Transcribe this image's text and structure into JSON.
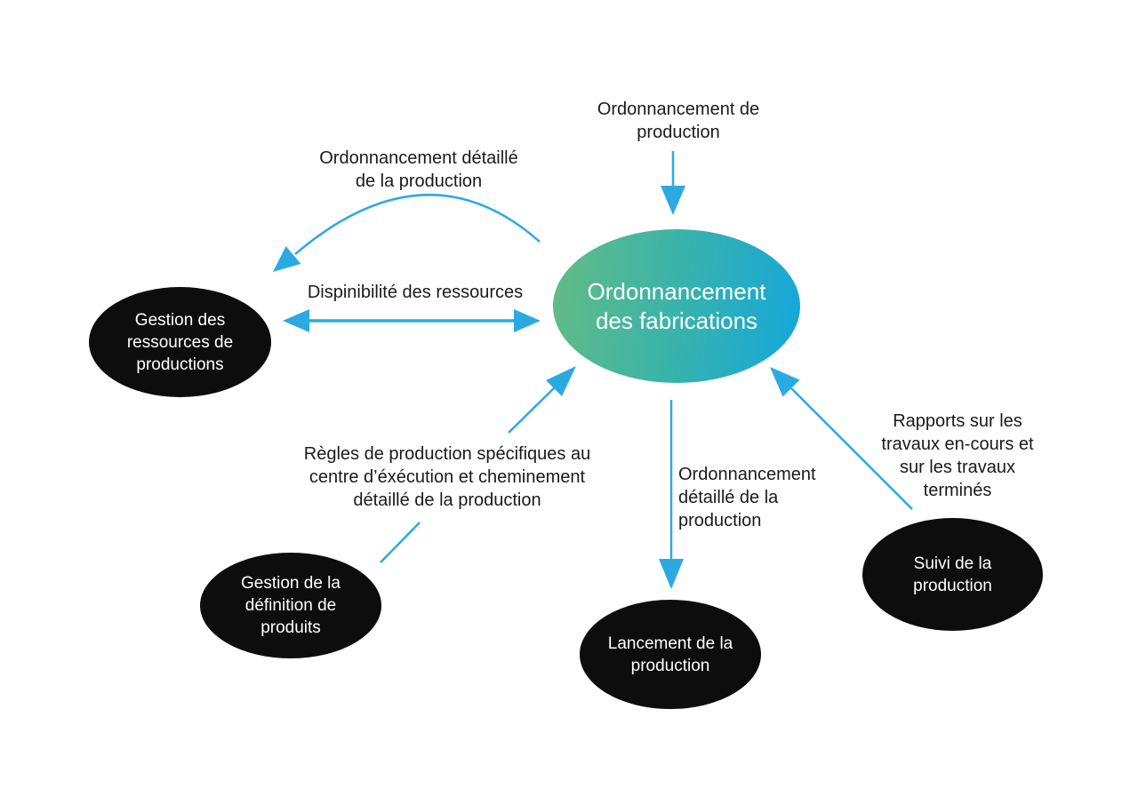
{
  "diagram": {
    "colors": {
      "arrow": "#2BAAE2",
      "node_black": "#0D0D0E",
      "center_gradient_start": "#64BC84",
      "center_gradient_end": "#14A7DC",
      "node_text": "#FFFFFF",
      "label_text": "#1A1A1A",
      "background": "#FFFFFF"
    },
    "center_node": {
      "label": "Ordonnancement\ndes fabrications"
    },
    "nodes": [
      {
        "id": "gestion-ressources",
        "label": "Gestion des\nressources de\nproductions"
      },
      {
        "id": "gestion-definition",
        "label": "Gestion de la\ndéfinition de\nproduits"
      },
      {
        "id": "lancement-production",
        "label": "Lancement de la\nproduction"
      },
      {
        "id": "suivi-production",
        "label": "Suivi de la\nproduction"
      }
    ],
    "labels": [
      {
        "id": "ordonnancement-de-production",
        "text": "Ordonnancement de\nproduction"
      },
      {
        "id": "ordonnancement-detaille-haut",
        "text": "Ordonnancement détaillé\nde la production"
      },
      {
        "id": "disponibilite-ressources",
        "text": "Dispinibilité des ressources"
      },
      {
        "id": "regles-production",
        "text": "Règles de production spécifiques au\ncentre d’éxécution et cheminement\ndétaillé de la production"
      },
      {
        "id": "ordonnancement-detaille-bas",
        "text": "Ordonnancement\ndétaillé de la\nproduction"
      },
      {
        "id": "rapports-travaux",
        "text": "Rapports sur les\ntravaux en-cours et\nsur les travaux\nterminés"
      }
    ]
  }
}
